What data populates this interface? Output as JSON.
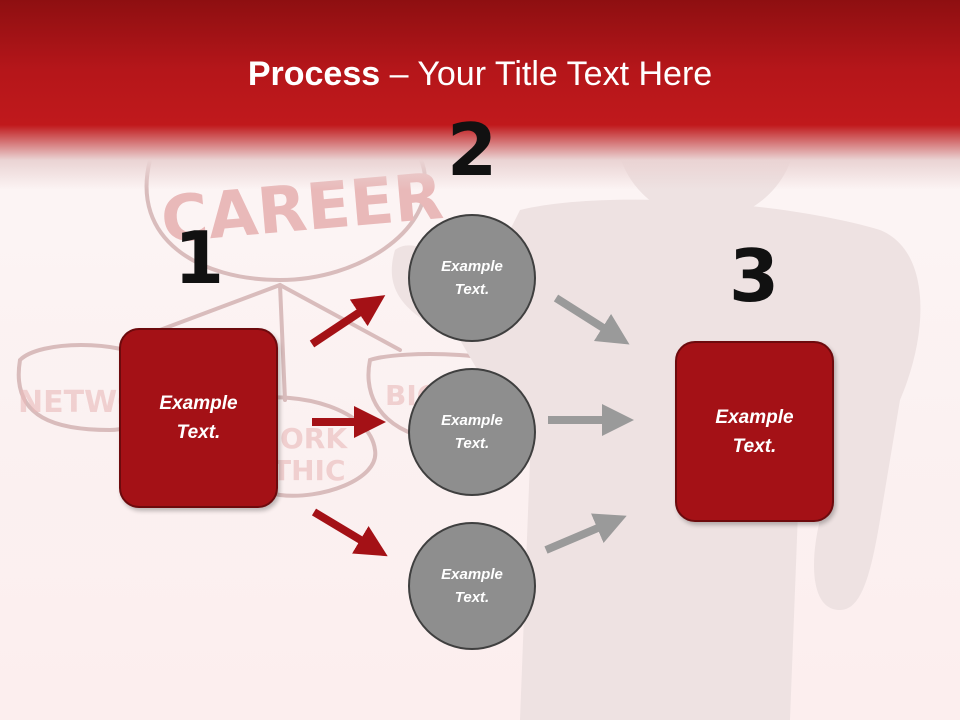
{
  "title": {
    "bold": "Process",
    "rest": " – Your Title Text Here"
  },
  "background_text": [
    "CAREER",
    "NETWO",
    "BIG",
    "ORK",
    "THIC"
  ],
  "steps": [
    {
      "number": "1",
      "label": "Example Text."
    },
    {
      "number": "2",
      "circles": [
        "Example Text.",
        "Example Text.",
        "Example Text."
      ]
    },
    {
      "number": "3",
      "label": "Example Text."
    }
  ],
  "colors": {
    "header": "#b5161a",
    "box": "#a41116",
    "circle": "#8e8e8e",
    "arrow_red": "#a41116",
    "arrow_gray": "#9a9a9a"
  }
}
